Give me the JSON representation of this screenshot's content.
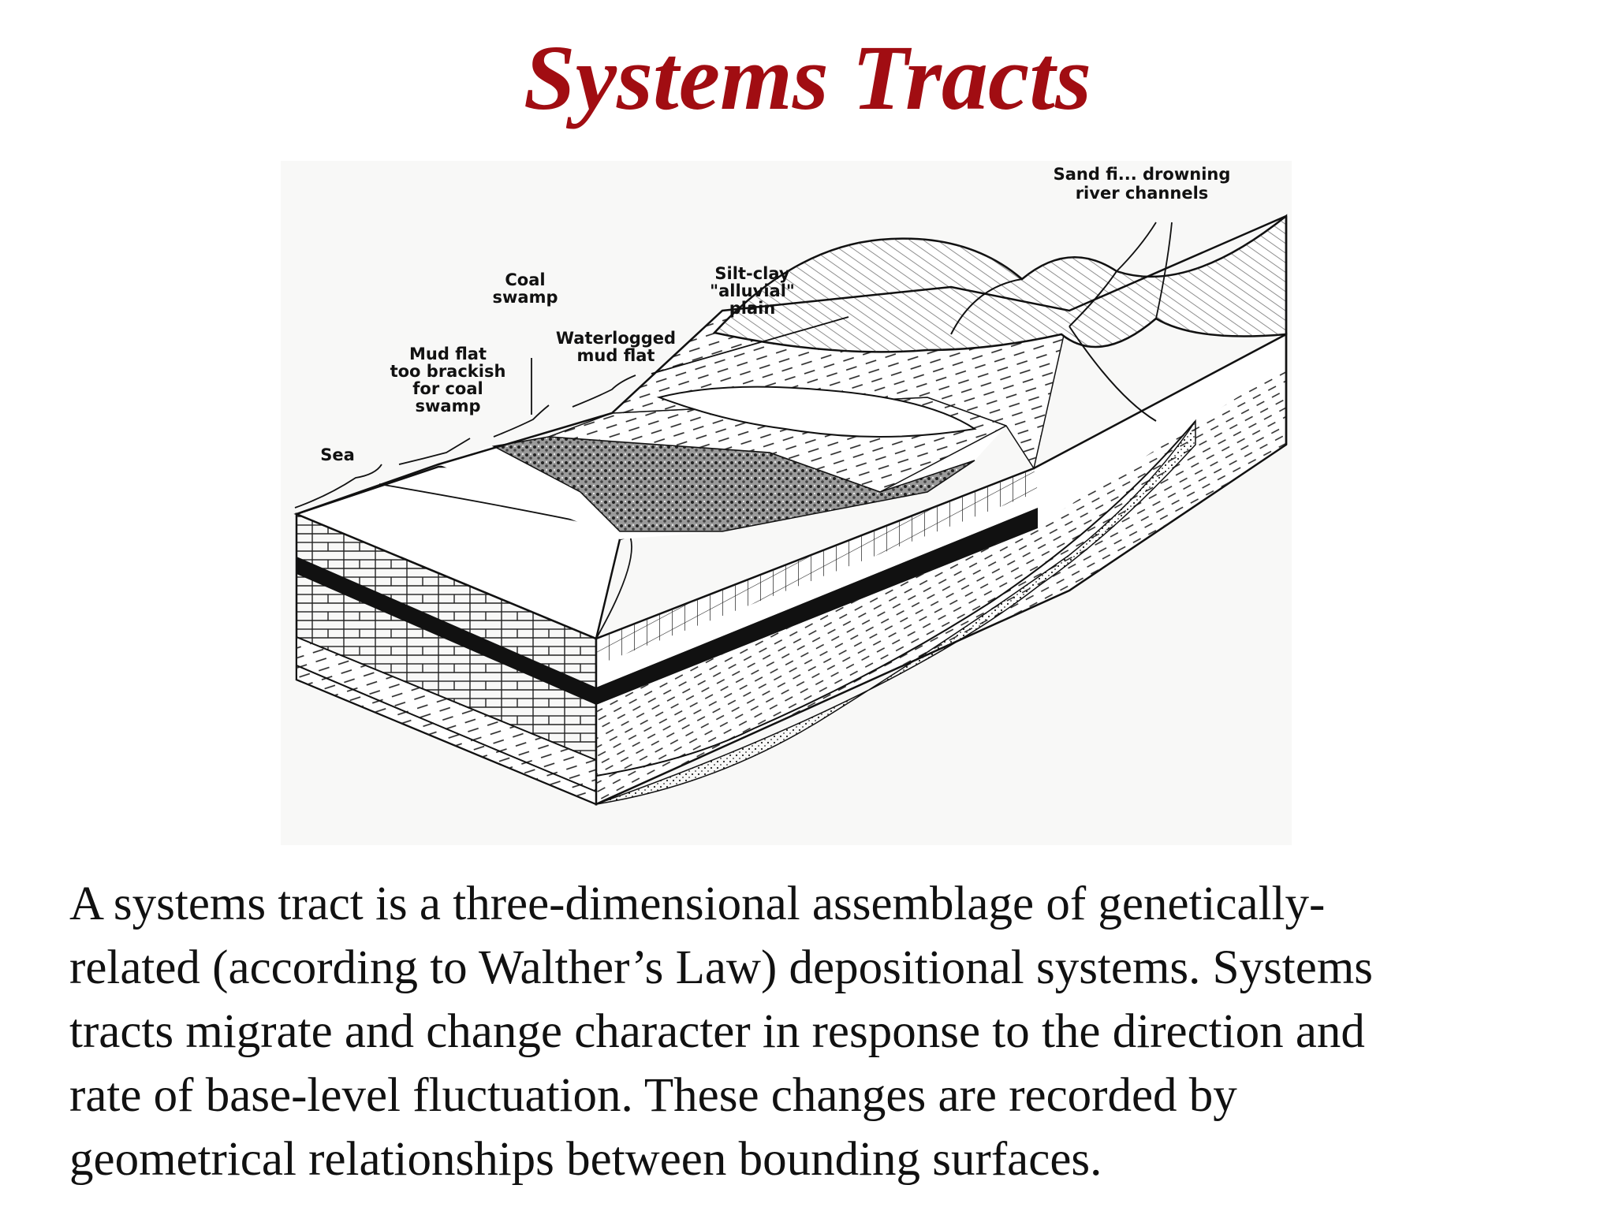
{
  "title": "Systems Tracts",
  "colors": {
    "title": "#a10d12",
    "text": "#111111",
    "figure_background": "#f8f8f7",
    "coal_seam": "#111111"
  },
  "diagram": {
    "labels": {
      "sea": "Sea",
      "mud_flat": [
        "Mud flat",
        "too brackish",
        "for coal",
        "swamp"
      ],
      "coal_swamp": [
        "Coal",
        "swamp"
      ],
      "waterlogged": [
        "Waterlogged",
        "mud flat"
      ],
      "alluvial": [
        "Silt-clay",
        "\"alluvial\"",
        "plain"
      ],
      "sand_fill": [
        "Sand fi...   drowning",
        "river channels"
      ]
    }
  },
  "caption": {
    "lines": [
      "A systems tract is a three-dimensional assemblage of genetically-",
      "related (according to Walther’s Law) depositional systems.  Systems",
      "tracts migrate and change character in response to the direction and",
      "rate of base-level fluctuation.  These changes are recorded by",
      "geometrical relationships between bounding surfaces."
    ]
  }
}
